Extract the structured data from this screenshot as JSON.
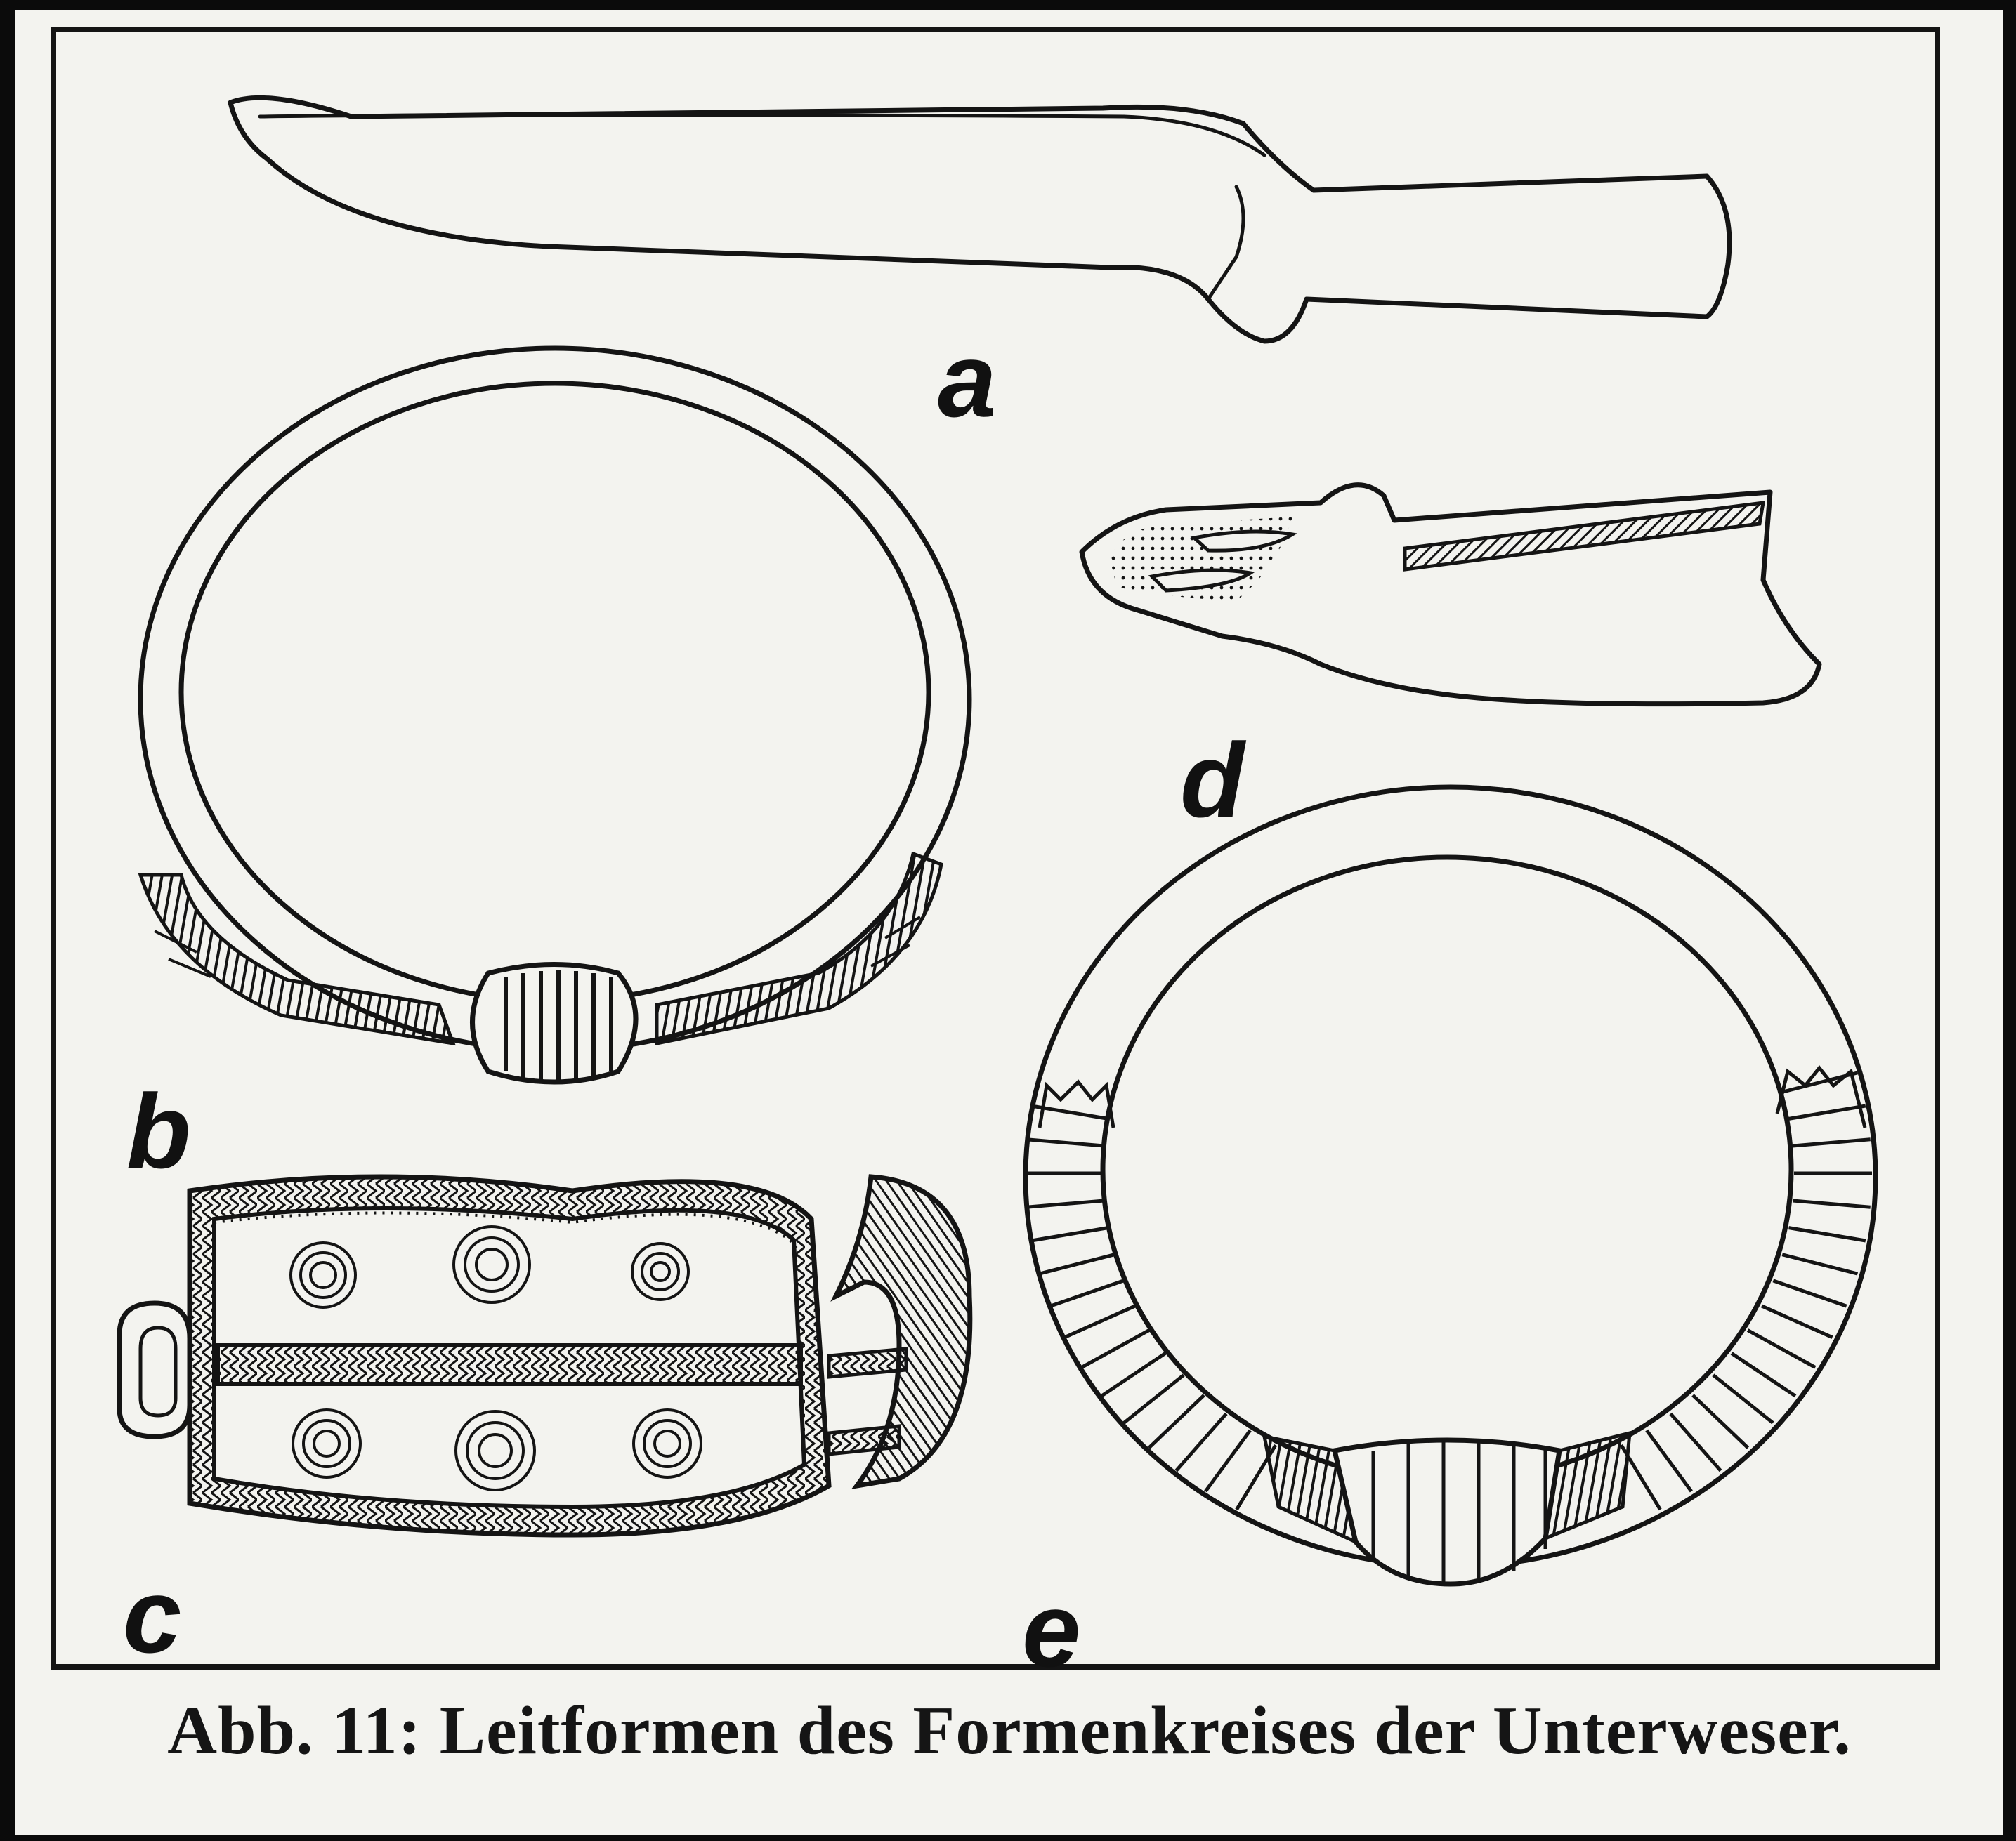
{
  "figure": {
    "caption": "Abb. 11: Leitformen des Formenkreises der Unterweser.",
    "labels": {
      "a": "a",
      "b": "b",
      "c": "c",
      "d": "d",
      "e": "e"
    }
  },
  "colors": {
    "background": "#f3f3ef",
    "ink": "#141414",
    "outer_border": "#0b0b0b"
  }
}
